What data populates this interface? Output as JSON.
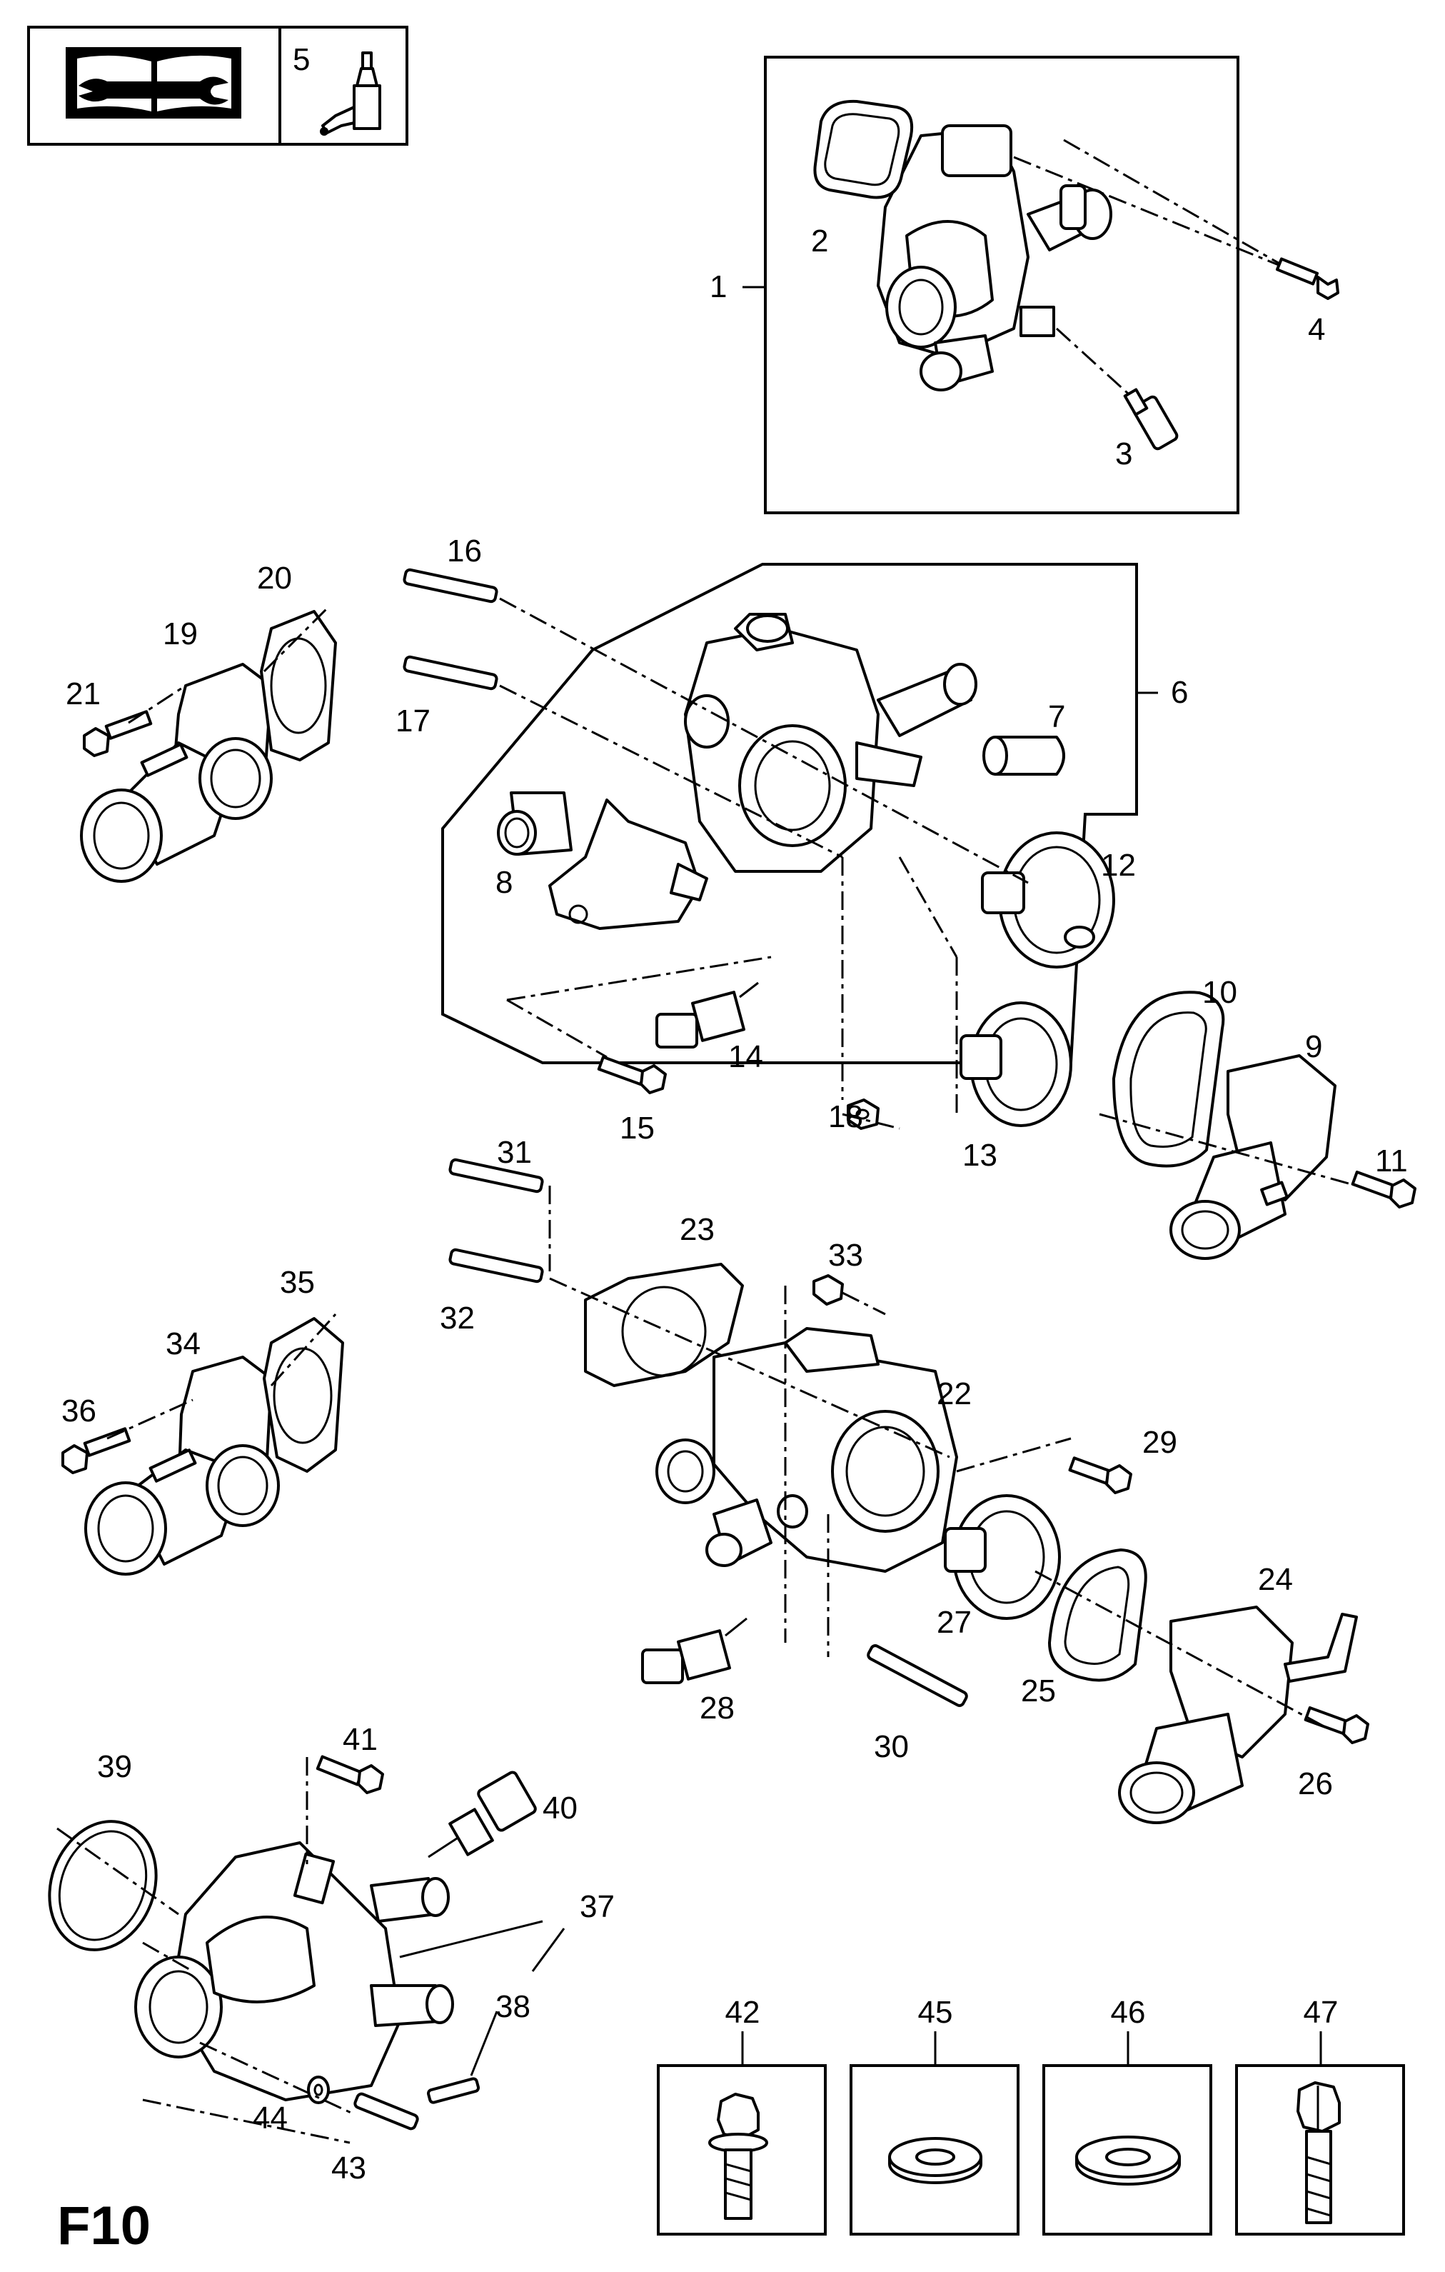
{
  "page_code": "F10",
  "header_box": {
    "icon": "workshop-manual-icon",
    "ref_number": "5",
    "ref_icon": "sealant-tube-icon"
  },
  "callouts": [
    {
      "id": "c1",
      "text": "1"
    },
    {
      "id": "c2",
      "text": "2"
    },
    {
      "id": "c3",
      "text": "3"
    },
    {
      "id": "c4",
      "text": "4"
    },
    {
      "id": "c6",
      "text": "6"
    },
    {
      "id": "c7",
      "text": "7"
    },
    {
      "id": "c8",
      "text": "8"
    },
    {
      "id": "c9",
      "text": "9"
    },
    {
      "id": "c10",
      "text": "10"
    },
    {
      "id": "c11",
      "text": "11"
    },
    {
      "id": "c12",
      "text": "12"
    },
    {
      "id": "c13",
      "text": "13"
    },
    {
      "id": "c14",
      "text": "14"
    },
    {
      "id": "c15",
      "text": "15"
    },
    {
      "id": "c16",
      "text": "16"
    },
    {
      "id": "c17",
      "text": "17"
    },
    {
      "id": "c18",
      "text": "18"
    },
    {
      "id": "c19",
      "text": "19"
    },
    {
      "id": "c20",
      "text": "20"
    },
    {
      "id": "c21",
      "text": "21"
    },
    {
      "id": "c22",
      "text": "22"
    },
    {
      "id": "c23",
      "text": "23"
    },
    {
      "id": "c24",
      "text": "24"
    },
    {
      "id": "c25",
      "text": "25"
    },
    {
      "id": "c26",
      "text": "26"
    },
    {
      "id": "c27",
      "text": "27"
    },
    {
      "id": "c28",
      "text": "28"
    },
    {
      "id": "c29",
      "text": "29"
    },
    {
      "id": "c30",
      "text": "30"
    },
    {
      "id": "c31",
      "text": "31"
    },
    {
      "id": "c32",
      "text": "32"
    },
    {
      "id": "c33",
      "text": "33"
    },
    {
      "id": "c34",
      "text": "34"
    },
    {
      "id": "c35",
      "text": "35"
    },
    {
      "id": "c36",
      "text": "36"
    },
    {
      "id": "c37",
      "text": "37"
    },
    {
      "id": "c38",
      "text": "38"
    },
    {
      "id": "c39",
      "text": "39"
    },
    {
      "id": "c40",
      "text": "40"
    },
    {
      "id": "c41",
      "text": "41"
    },
    {
      "id": "c43",
      "text": "43"
    },
    {
      "id": "c44",
      "text": "44"
    }
  ],
  "hardware_boxes": [
    {
      "number": "42",
      "icon": "flange-bolt-icon"
    },
    {
      "number": "45",
      "icon": "washer-icon"
    },
    {
      "number": "46",
      "icon": "washer-icon"
    },
    {
      "number": "47",
      "icon": "hex-bolt-icon"
    }
  ]
}
